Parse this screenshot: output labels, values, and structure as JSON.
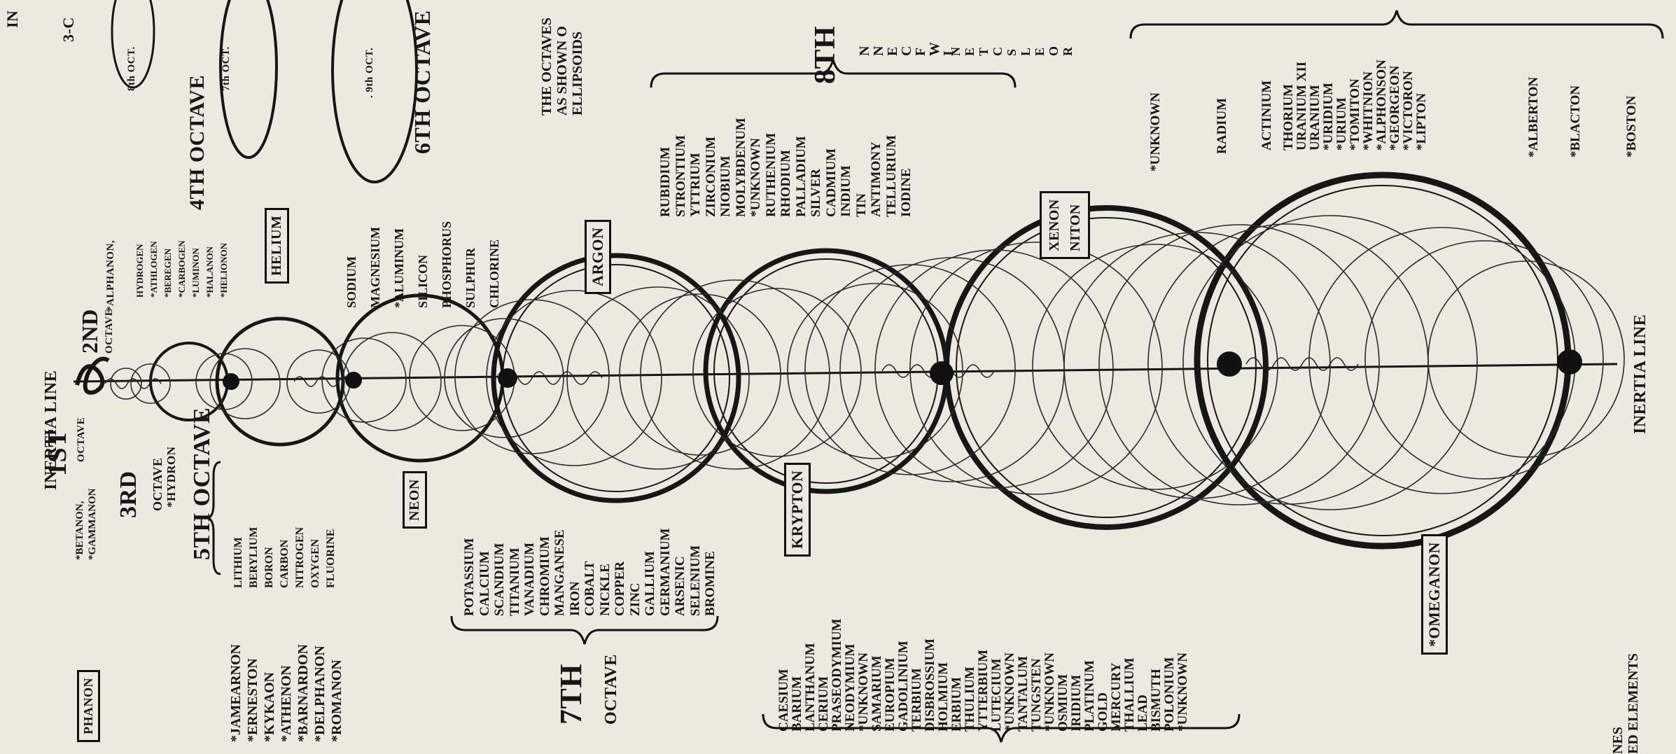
{
  "inertia_line": {
    "top_label": "INERTIA LINE",
    "bottom_label": "INERTIA LINE",
    "corner_label": "IN"
  },
  "octaves": {
    "first": "1ST",
    "first_word": "OCTAVE",
    "second": "2ND",
    "second_word": "OCTAVE",
    "third": "3RD",
    "third_word": "OCTAVE",
    "fourth": "4TH OCTAVE",
    "fifth": "5TH OCTAVE",
    "sixth": "6TH OCTAVE",
    "seventh": "7TH",
    "seventh_word": "OCTAVE",
    "eighth": "8TH",
    "ellipse_7": "7th OCT.",
    "ellipse_8": "8th OCT.",
    "ellipse_9": ". 9th OCT.",
    "corner_3c": "3-C"
  },
  "notes": {
    "ellipsoid_note": [
      "THE OCTAVES",
      "AS SHOWN O",
      "ELLIPSOIDS"
    ],
    "bottom_right": [
      "NES",
      "ED  ELEMENTS"
    ]
  },
  "first_octave": [
    "*BETANON,",
    "*GAMMANON",
    "*ALPHANON,",
    "*HYDRON"
  ],
  "fourth_octave_elements": [
    "HYDROGEN",
    "*ATHLOGEN",
    "*BEREGEN",
    "*CARBOGEN",
    "*LUMINON",
    "*HALANON",
    "*HELIONON"
  ],
  "fifth_octave_elements": [
    "LITHIUM",
    "BERYLIUM",
    "BORON",
    "CARBON",
    "NITROGEN",
    "OXYGEN",
    "FLUORINE"
  ],
  "sixth_octave_elements": [
    "SODIUM",
    "MAGNESIUM",
    "*ALUMINUM",
    "SILICON",
    "PHOSPHORUS",
    "SULPHUR",
    "CHLORINE"
  ],
  "left_column": [
    "*JAMEARNON",
    "*ERNESTON",
    "*KYKAON",
    "*ATHENON",
    "*BARNARDON",
    "*DELPHANON",
    "*ROMANON"
  ],
  "seventh_octave_elements": [
    "POTASSIUM",
    "CALCIUM",
    "SCANDIUM",
    "TITANIUM",
    "VANADIUM",
    "CHROMIUM",
    "MANGANESE",
    "IRON",
    "COBALT",
    "NICKLE",
    "COPPER",
    "ZINC",
    "GALLIUM",
    "GERMANIUM",
    "ARSENIC",
    "SELENIUM",
    "BROMINE"
  ],
  "eighth_octave_elements": [
    "RUBIDIUM",
    "STRONTIUM",
    "YTTRIUM",
    "ZIRCONIUM",
    "NIOBIUM",
    "MOLYBDENUM",
    "*UNKNOWN",
    "RUTHENIUM",
    "RHODIUM",
    "PALLADIUM",
    "SILVER",
    "CADMIUM",
    "INDIUM",
    "TIN",
    "ANTIMONY",
    "TELLURIUM",
    "IODINE"
  ],
  "ninth_octave_elements": [
    "CAESIUM",
    "BARIUM",
    "LANTHANUM",
    "CERIUM",
    "PRASEODYMIUM",
    "NEODYMIUM",
    "*UNKNOWN",
    "SAMARIUM",
    "EUROPIUM",
    "GADOLINIUM",
    "TERBIUM",
    "DISBROSSIUM",
    "HOLMIUM",
    "ERBIUM",
    "THULIUM",
    "YTTERBIUM",
    "LUTECIUM",
    "*UNKNOWN",
    "TANTALUM",
    "TUNGSTEN",
    "*UNKNOWN",
    "OSMIUM",
    "IRIDIUM",
    "PLATINUM",
    "GOLD",
    "MERCURY",
    "THALLIUM",
    "LEAD",
    "BISMUTH",
    "POLONIUM",
    "*UNKNOWN"
  ],
  "tenth_octave_elements": [
    "*UNKNOWN",
    "RADIUM",
    "ACTINIUM",
    "THORIUM",
    "URANIUM XII",
    "URANIUM",
    "*URIDIUM",
    "*URIUM",
    "*TOMITON",
    "*WHITNION",
    "*ALPHONSON",
    "*GEORGEON",
    "*VICTORON",
    "*LIPTON",
    "*ALBERTON",
    "*BLACTON",
    "*BOSTON"
  ],
  "noble_gases": {
    "helium": "HELIUM",
    "neon": "NEON",
    "argon": "ARGON",
    "krypton": "KRYPTON",
    "xenon": "XENON",
    "niton": "NITON",
    "omeganon": "*OMEGANON"
  },
  "left_box": "PHANON",
  "upper_right_column": [
    "N",
    "E",
    "T",
    "C",
    "S",
    "L",
    "E",
    "O",
    "R"
  ],
  "upper_right_column_2": [
    "N",
    "N",
    "E",
    "C",
    "F",
    "W",
    "I"
  ]
}
